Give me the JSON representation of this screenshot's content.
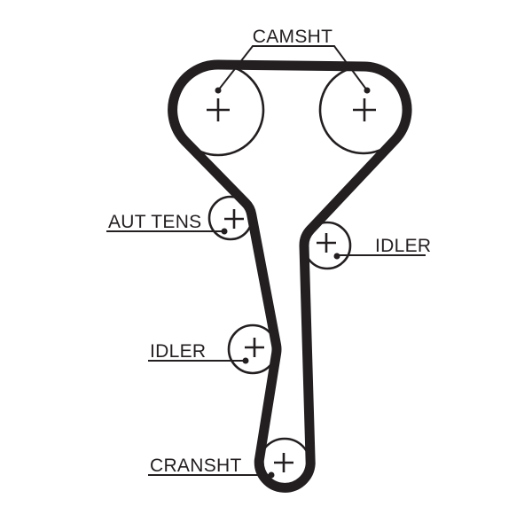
{
  "diagram": {
    "background_color": "#ffffff",
    "line_color": "#231f20",
    "labels": {
      "camshaft": "CAMSHT",
      "tensioner": "AUT TENS",
      "idler_right": "IDLER",
      "idler_left": "IDLER",
      "crankshaft": "CRANSHT"
    },
    "pulleys": [
      {
        "name": "camshaft-left-pulley",
        "label": "CAMSHT"
      },
      {
        "name": "camshaft-right-pulley",
        "label": "CAMSHT"
      },
      {
        "name": "automatic-tensioner-pulley",
        "label": "AUT TENS"
      },
      {
        "name": "idler-right-pulley",
        "label": "IDLER"
      },
      {
        "name": "idler-left-pulley",
        "label": "IDLER"
      },
      {
        "name": "crankshaft-pulley",
        "label": "CRANSHT"
      }
    ]
  }
}
